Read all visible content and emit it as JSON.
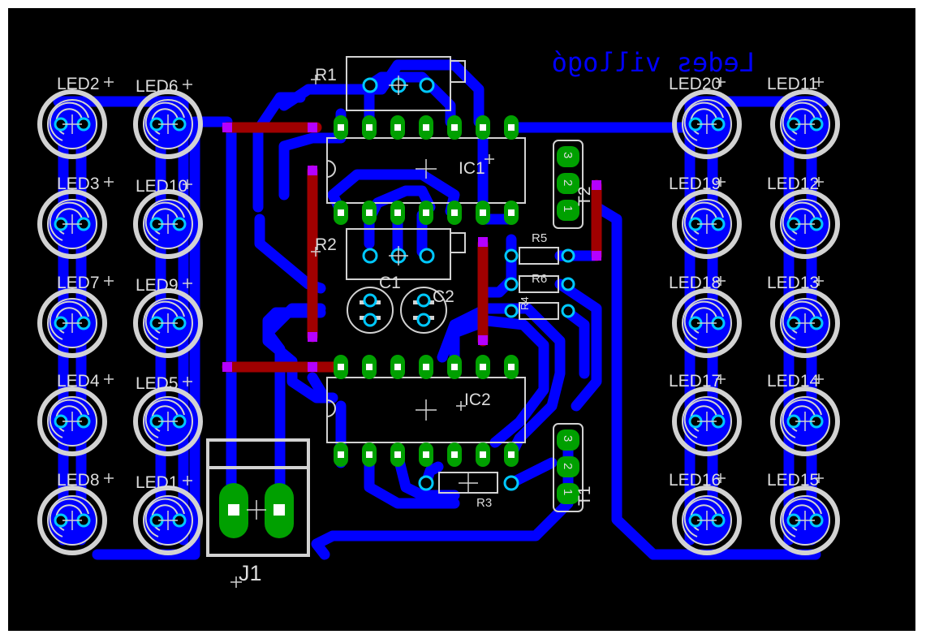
{
  "board": {
    "title": "Ledes villogó",
    "colors": {
      "background": "#000000",
      "top_copper": "#0000ff",
      "bottom_copper": "#a00000",
      "pad": "#00a000",
      "via": "#b400ff",
      "silkscreen": "#d2d2d2",
      "hole_ring": "#00c8ff"
    }
  },
  "leds_left": [
    {
      "label": "LED2"
    },
    {
      "label": "LED6"
    },
    {
      "label": "LED3"
    },
    {
      "label": "LED10"
    },
    {
      "label": "LED7"
    },
    {
      "label": "LED9"
    },
    {
      "label": "LED4"
    },
    {
      "label": "LED5"
    },
    {
      "label": "LED8"
    },
    {
      "label": "LED1"
    }
  ],
  "leds_right": [
    {
      "label": "LED20"
    },
    {
      "label": "LED11"
    },
    {
      "label": "LED19"
    },
    {
      "label": "LED12"
    },
    {
      "label": "LED18"
    },
    {
      "label": "LED13"
    },
    {
      "label": "LED17"
    },
    {
      "label": "LED14"
    },
    {
      "label": "LED16"
    },
    {
      "label": "LED15"
    }
  ],
  "components": {
    "r1": "R1",
    "r2": "R2",
    "r3": "R3",
    "r4": "R4",
    "r5": "R5",
    "r6": "R6",
    "ic1": "IC1",
    "ic2": "IC2",
    "c1": "C1",
    "c2": "C2",
    "t1": "T1",
    "t2": "T2",
    "j1": "J1"
  },
  "transistor_pins": [
    "3",
    "2",
    "1"
  ]
}
